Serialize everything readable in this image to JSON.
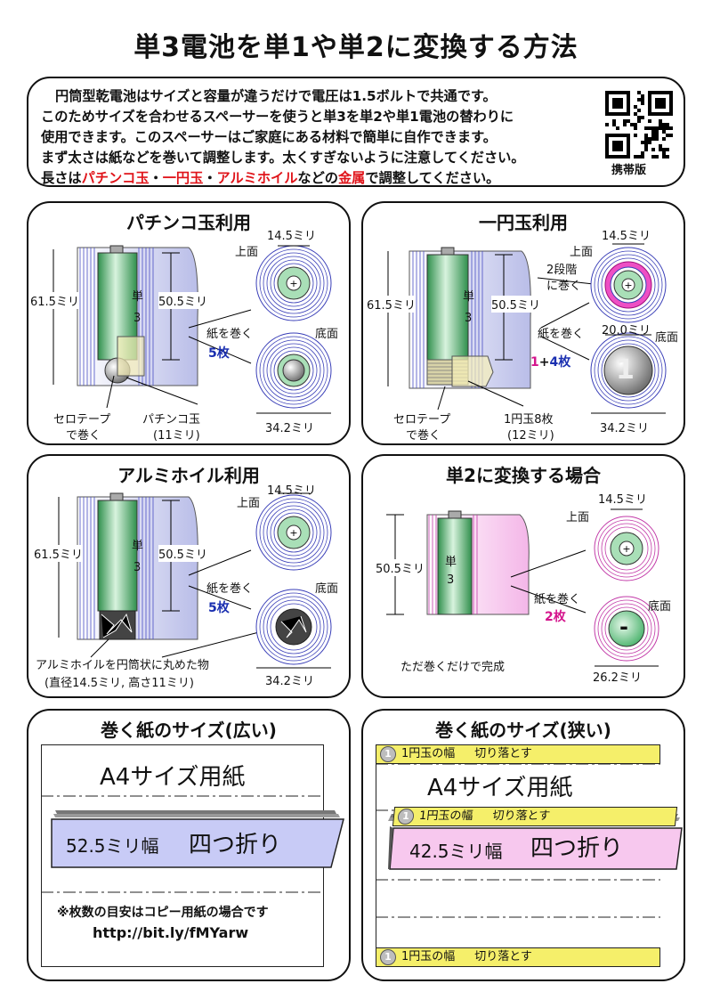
{
  "title": "単3電池を単1や単2に変換する方法",
  "intro": {
    "line1": "円筒型乾電池はサイズと容量が違うだけで電圧は1.5ボルトで共通です。",
    "line2": "このためサイズを合わせるスペーサーを使うと単3を単2や単1電池の替わりに",
    "line3": "使用できます。このスペーサーはご家庭にある材料で簡単に自作できます。",
    "line4": "まず太さは紙などを巻いて調整します。太くすぎないように注意してください。",
    "line5a": "長さは",
    "line5_pachinko": "パチンコ玉",
    "line5_sep1": "・",
    "line5_coin": "一円玉",
    "line5_sep2": "・",
    "line5_foil": "アルミホイル",
    "line5b": "などの",
    "line5_metal": "金属",
    "line5c": "で調整してください。",
    "qr_label": "携帯版"
  },
  "panels": {
    "pachinko": {
      "title": "パチンコ玉利用",
      "len_total": "61.5ミリ",
      "len_inner": "50.5ミリ",
      "battery_label_top": "単",
      "battery_label_num": "3",
      "top_dia": "14.5ミリ",
      "top_label": "上面",
      "wrap_label": "紙を巻く",
      "wrap_count": "5枚",
      "bottom_label": "底面",
      "bottom_dia": "34.2ミリ",
      "tape_label1": "セロテープ",
      "tape_label2": "で巻く",
      "ball_label1": "パチンコ玉",
      "ball_label2": "(11ミリ)"
    },
    "coin": {
      "title": "一円玉利用",
      "len_total": "61.5ミリ",
      "len_inner": "50.5ミリ",
      "battery_label_top": "単",
      "battery_label_num": "3",
      "top_dia": "14.5ミリ",
      "top_label": "上面",
      "step_label1": "2段階",
      "step_label2": "に巻く",
      "wrap_label": "紙を巻く",
      "inner_dia": "20.0ミリ",
      "bottom_label": "底面",
      "count_a": "1",
      "count_plus": "+",
      "count_b": "4枚",
      "coin_glyph": "1",
      "bottom_dia": "34.2ミリ",
      "tape_label1": "セロテープ",
      "tape_label2": "で巻く",
      "coin_label1": "1円玉8枚",
      "coin_label2": "(12ミリ)"
    },
    "foil": {
      "title": "アルミホイル利用",
      "len_total": "61.5ミリ",
      "len_inner": "50.5ミリ",
      "battery_label_top": "単",
      "battery_label_num": "3",
      "top_dia": "14.5ミリ",
      "top_label": "上面",
      "wrap_label": "紙を巻く",
      "wrap_count": "5枚",
      "bottom_label": "底面",
      "bottom_dia": "34.2ミリ",
      "foil_label1": "アルミホイルを円筒状に丸めた物",
      "foil_label2": "(直径14.5ミリ, 高さ11ミリ)"
    },
    "d2": {
      "title": "単2に変換する場合",
      "len": "50.5ミリ",
      "battery_label_top": "単",
      "battery_label_num": "3",
      "top_dia": "14.5ミリ",
      "top_label": "上面",
      "wrap_label": "紙を巻く",
      "wrap_count": "2枚",
      "bottom_label": "底面",
      "bottom_dia": "26.2ミリ",
      "done_label": "ただ巻くだけで完成",
      "minus": "-"
    },
    "paper_wide": {
      "title": "巻く紙のサイズ(広い)",
      "a4": "A4サイズ用紙",
      "band_width": "52.5ミリ幅",
      "band_fold": "四つ折り",
      "note": "※枚数の目安はコピー用紙の場合です",
      "url": "http://bit.ly/fMYarw"
    },
    "paper_narrow": {
      "title": "巻く紙のサイズ(狭い)",
      "coin_glyph": "1",
      "strip_text1": "1円玉の幅",
      "strip_text2": "切り落とす",
      "a4": "A4サイズ用紙",
      "band_width": "42.5ミリ幅",
      "band_fold": "四つ折り"
    }
  },
  "colors": {
    "red": "#e0141a",
    "blue": "#1a2fb0",
    "magenta": "#d4148c",
    "band_blue": "#c8cbf6",
    "band_pink": "#f7c8ee",
    "strip_yellow": "#f5ef6a",
    "battery_green": "#5bbf7a"
  }
}
